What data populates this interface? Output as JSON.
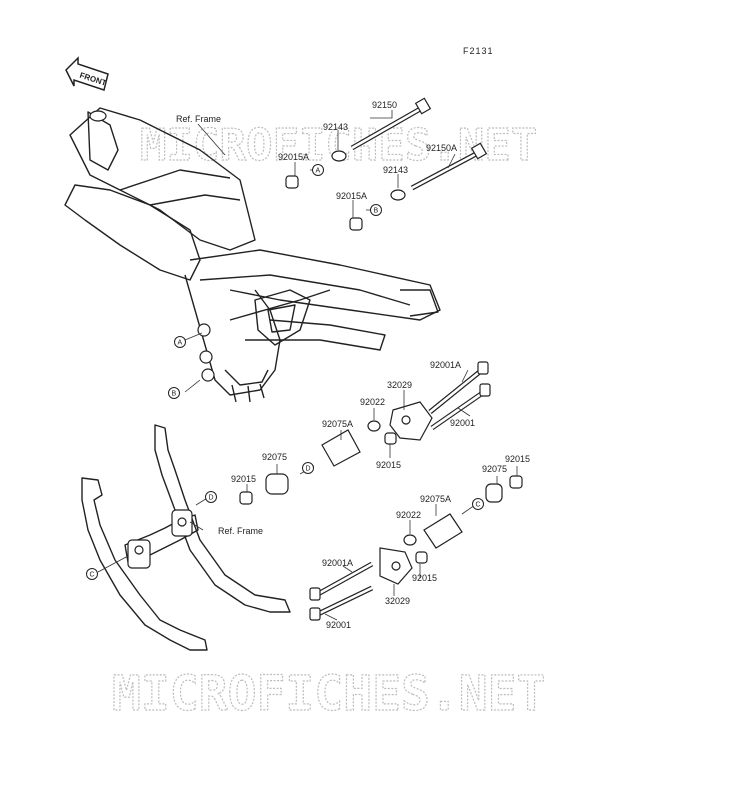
{
  "figure_code": "F2131",
  "front_arrow": "FRONT",
  "watermark": "MICROFICHES.NET",
  "ref_frame": "Ref. Frame",
  "callouts": {
    "A": "A",
    "B": "B",
    "C": "C",
    "D": "D"
  },
  "parts": {
    "p92150": "92150",
    "p92143_top": "92143",
    "p92015A_top": "92015A",
    "p92150A": "92150A",
    "p92143_mid": "92143",
    "p92015A_mid": "92015A",
    "p92001A_upper": "92001A",
    "p32029_upper": "32029",
    "p92022_upper": "92022",
    "p92001_upper": "92001",
    "p92075A_upper": "92075A",
    "p92075_upper": "92075",
    "p92015_upper_right": "92015",
    "p92015_left": "92015",
    "p92015_far_right": "92015",
    "p92075_right": "92075",
    "p92075A_lower": "92075A",
    "p92022_lower": "92022",
    "p92001A_lower": "92001A",
    "p92015_lower": "92015",
    "p32029_lower": "32029",
    "p92001_lower": "92001"
  }
}
